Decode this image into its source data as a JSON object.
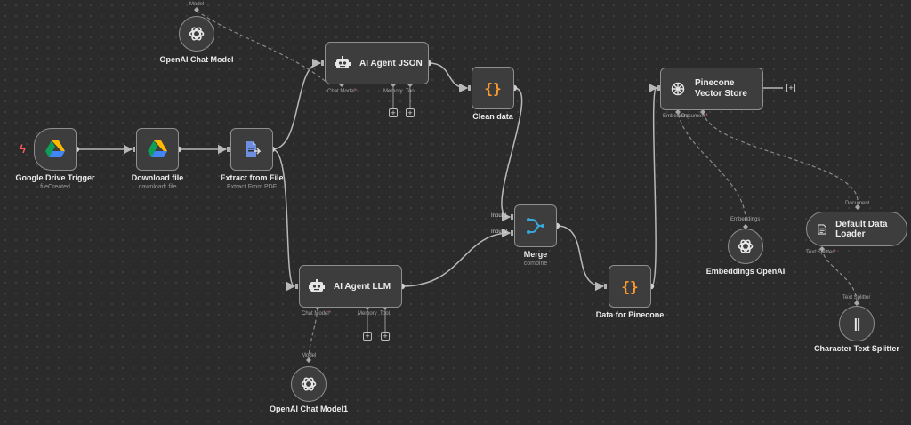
{
  "colors": {
    "canvas": "#2b2b2b",
    "node_fill": "#3d3d3d",
    "node_border": "#8f8f8f",
    "wire": "#b8b8b8",
    "dashed_wire": "#8a8a8a",
    "required": "#ff6b6b",
    "trigger_bolt": "#ff5a5a",
    "code_braces": "#ff9b2f",
    "merge_icon": "#35a8d9",
    "extract_icon": "#6f8ee0"
  },
  "nodes": {
    "gdrive_trigger": {
      "title": "Google Drive Trigger",
      "subtitle": "fileCreated",
      "icon": "google-drive-icon",
      "trigger_icon": "lightning-bolt-icon"
    },
    "download_file": {
      "title": "Download file",
      "subtitle": "download: file",
      "icon": "google-drive-icon"
    },
    "extract_from_file": {
      "title": "Extract from File",
      "subtitle": "Extract From PDF",
      "icon": "extract-file-icon"
    },
    "ai_agent_json": {
      "title": "AI Agent JSON",
      "icon": "robot-icon",
      "ports": {
        "chat_model": "Chat Model",
        "memory": "Memory",
        "tool": "Tool"
      }
    },
    "ai_agent_llm": {
      "title": "AI Agent LLM",
      "icon": "robot-icon",
      "ports": {
        "chat_model": "Chat Model",
        "memory": "Memory",
        "tool": "Tool"
      }
    },
    "openai_chat_model": {
      "title": "OpenAI Chat Model",
      "port": "Model",
      "icon": "openai-icon"
    },
    "openai_chat_model1": {
      "title": "OpenAI Chat Model1",
      "port": "Model",
      "icon": "openai-icon"
    },
    "clean_data": {
      "title": "Clean data",
      "icon": "code-braces-icon",
      "glyph": "{}"
    },
    "merge": {
      "title": "Merge",
      "subtitle": "combine",
      "icon": "merge-icon",
      "inputs": [
        "Input 1",
        "Input 2"
      ]
    },
    "data_for_pinecone": {
      "title": "Data for Pinecone",
      "icon": "code-braces-icon",
      "glyph": "{}"
    },
    "pinecone": {
      "title": "Pinecone Vector Store",
      "icon": "pinecone-icon",
      "ports": {
        "embedding": "Embedding",
        "document": "Document"
      }
    },
    "embeddings_openai": {
      "title": "Embeddings OpenAI",
      "port": "Embeddings",
      "icon": "openai-icon"
    },
    "default_data_loader": {
      "title": "Default Data Loader",
      "port_in": "Document",
      "port_out": "Text Splitter",
      "icon": "document-icon"
    },
    "char_text_splitter": {
      "title": "Character Text Splitter",
      "port": "Text Splitter",
      "icon": "splitter-icon",
      "glyph": "||"
    }
  },
  "required_mark": "*",
  "add_glyph": "+"
}
